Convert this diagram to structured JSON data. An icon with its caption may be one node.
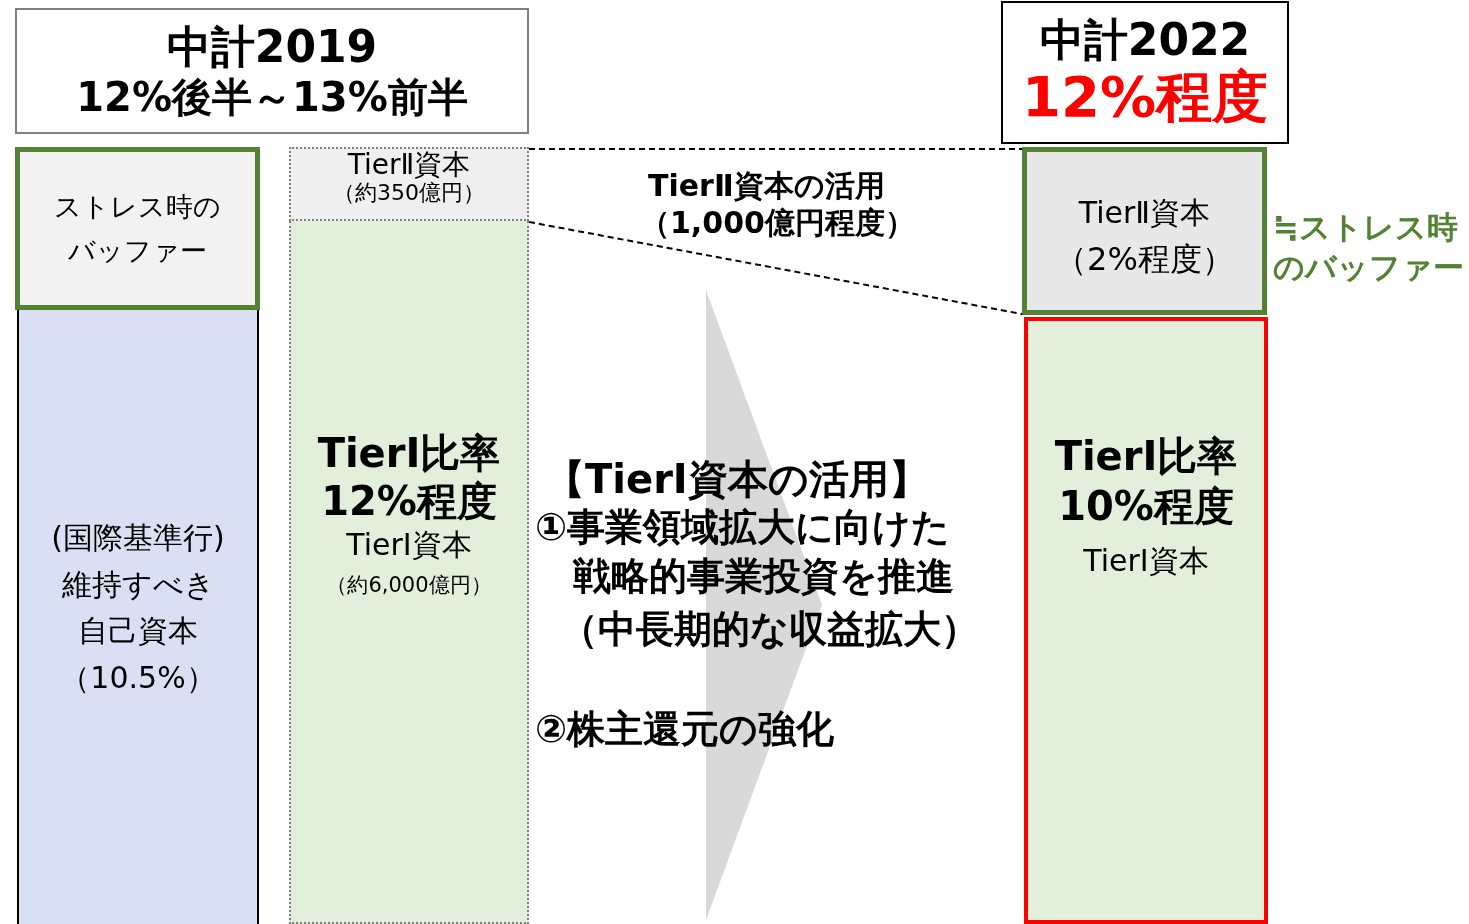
{
  "diagram": {
    "nodes": [
      {
        "text": [
          "中計2019",
          "12%後半～13%前半"
        ]
      },
      {
        "text": [
          "ストレス時のバッファー"
        ]
      },
      {
        "text": [
          "(国際基準行)",
          "維持すべき自己資本",
          "（10.5%）"
        ]
      },
      {
        "text": [
          "TierⅡ資本",
          "（約350億円）"
        ]
      },
      {
        "text": [
          "TierⅠ比率",
          "12%程度",
          "TierⅠ資本",
          "（約6,000億円）"
        ]
      },
      {
        "text": [
          "中計2022",
          "12%程度"
        ]
      },
      {
        "text": [
          "TierⅡ資本",
          "（2%程度）"
        ],
        "beside": [
          "≒ストレス時のバッファー"
        ]
      },
      {
        "text": [
          "TierⅠ比率",
          "10%程度",
          "TierⅠ資本"
        ]
      }
    ],
    "edges": [
      {
        "from": 3,
        "to": 6,
        "arrow": "none",
        "style": "dashed"
      },
      {
        "from": 3,
        "to": 6,
        "arrow": "none",
        "style": "dashed"
      }
    ],
    "labels": [
      "TierⅡ資本の活用",
      "（1,000億円程度）",
      "【TierⅠ資本の活用】",
      "①事業領域拡大に向けた戦略的事業投資を推進",
      "（中長期的な収益拡大）",
      "②株主還元の強化"
    ]
  }
}
